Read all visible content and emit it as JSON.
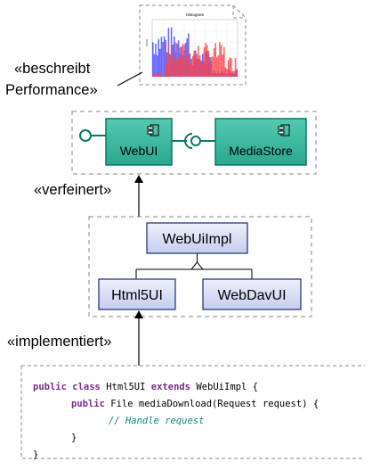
{
  "chart": {
    "title": "Histogram",
    "series": [
      {
        "color": "#3a3aff",
        "label": ""
      },
      {
        "color": "#ff4444",
        "label": ""
      }
    ]
  },
  "labels": {
    "describes_line1": "«beschreibt",
    "describes_line2": "Performance»",
    "refines": "«verfeinert»",
    "implements": "«implementiert»"
  },
  "components": {
    "webui": "WebUI",
    "mediastore": "MediaStore"
  },
  "classes": {
    "impl": "WebUiImpl",
    "html5": "Html5UI",
    "webdav": "WebDavUI"
  },
  "code": {
    "line1": {
      "kw1": "public",
      "kw2": "class",
      "t1": "Html5UI",
      "kw3": "extends",
      "t2": "WebUiImpl {"
    },
    "line2": {
      "kw1": "public",
      "t1": "File mediaDownload(Request request) {"
    },
    "line3": {
      "comment": "// Handle request"
    },
    "line4": {
      "t": "}"
    },
    "line5": {
      "t": "}"
    }
  },
  "colors": {
    "component_fill": "#3cb7a0",
    "component_stroke": "#0a7a66",
    "class_fill": "#d5dcf2",
    "class_stroke": "#2a3a7a",
    "dash": "#888888"
  }
}
